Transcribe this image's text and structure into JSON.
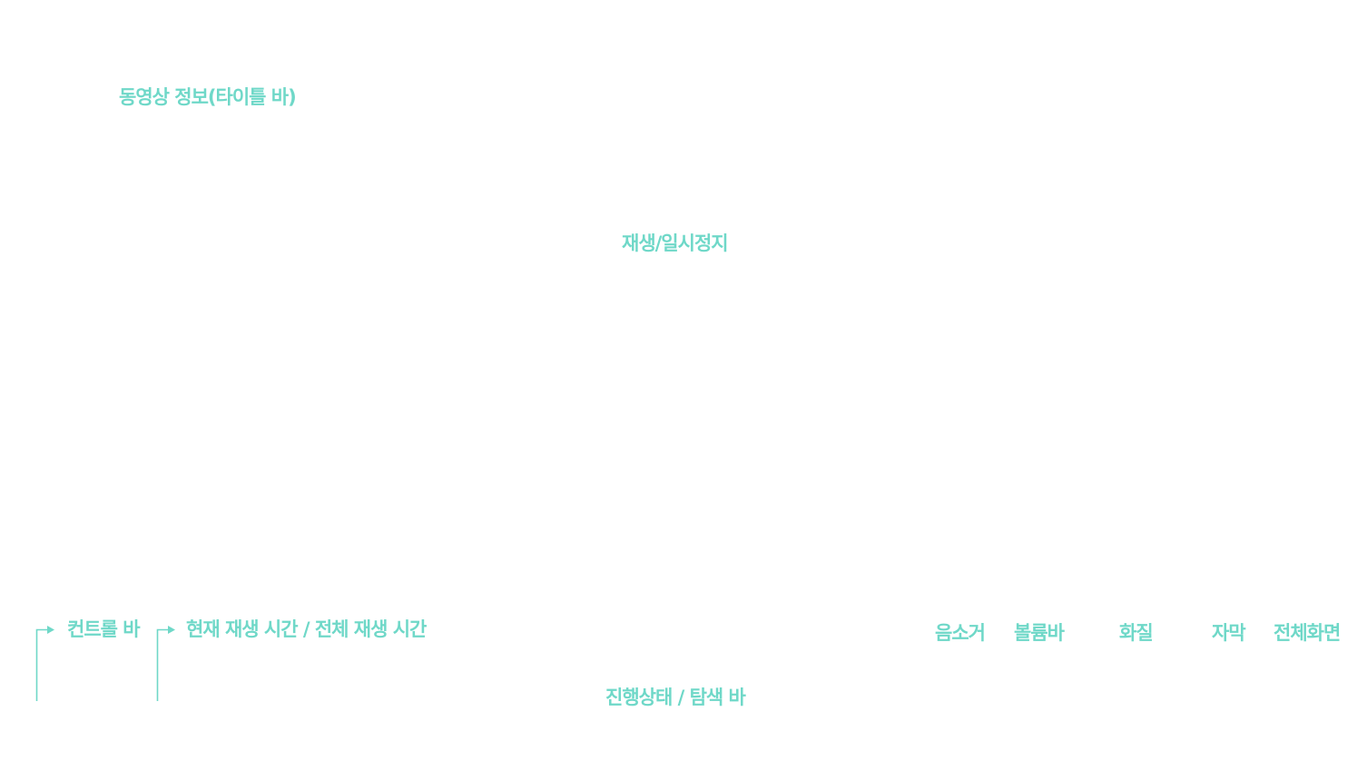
{
  "accent_color": "#6fd8c8",
  "labels": {
    "video_info": "동영상 정보(타이틀 바)",
    "play_pause": "재생/일시정지",
    "control_bar": "컨트롤 바",
    "time": "현재 재생 시간 / 전체 재생 시간",
    "mute": "음소거",
    "volume_bar": "볼륨바",
    "quality": "화질",
    "subtitles": "자막",
    "fullscreen": "전체화면",
    "progress": "진행상태 / 탐색 바"
  }
}
